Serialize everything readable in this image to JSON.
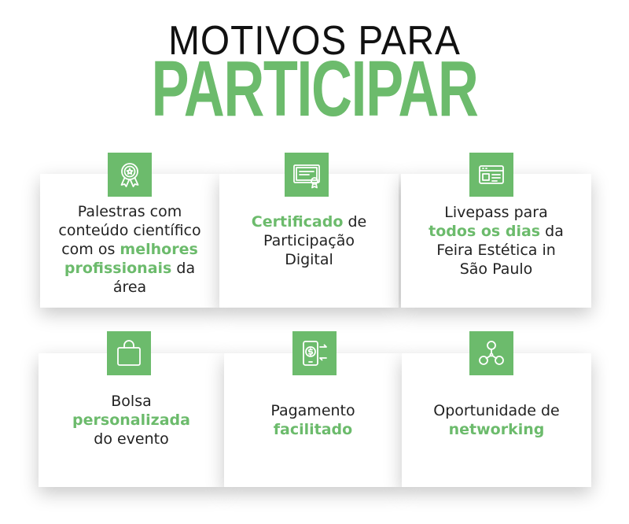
{
  "colors": {
    "accent": "#6cbb6c",
    "text": "#222222"
  },
  "header": {
    "line1": "MOTIVOS PARA",
    "line2": "PARTICIPAR"
  },
  "cards": [
    {
      "icon": "award-ribbon-icon",
      "parts": [
        {
          "t": "Palestras com conteúdo científico com os ",
          "hl": false
        },
        {
          "t": "melhores profissionais",
          "hl": true
        },
        {
          "t": " da área",
          "hl": false
        }
      ]
    },
    {
      "icon": "certificate-icon",
      "parts": [
        {
          "t": "Certificado",
          "hl": true
        },
        {
          "t": " de Participação Digital",
          "hl": false
        }
      ]
    },
    {
      "icon": "ticket-pass-icon",
      "parts": [
        {
          "t": "Livepass para ",
          "hl": false
        },
        {
          "t": "todos os dias",
          "hl": true
        },
        {
          "t": " da Feira Estética in São Paulo",
          "hl": false
        }
      ]
    },
    {
      "icon": "shopping-bag-icon",
      "parts": [
        {
          "t": "Bolsa ",
          "hl": false
        },
        {
          "t": "personalizada",
          "hl": true
        },
        {
          "t": " do evento",
          "hl": false
        }
      ]
    },
    {
      "icon": "mobile-payment-icon",
      "parts": [
        {
          "t": "Pagamento ",
          "hl": false
        },
        {
          "t": "facilitado",
          "hl": true
        }
      ]
    },
    {
      "icon": "network-people-icon",
      "parts": [
        {
          "t": "Oportunidade de ",
          "hl": false
        },
        {
          "t": "networking",
          "hl": true
        }
      ]
    }
  ]
}
